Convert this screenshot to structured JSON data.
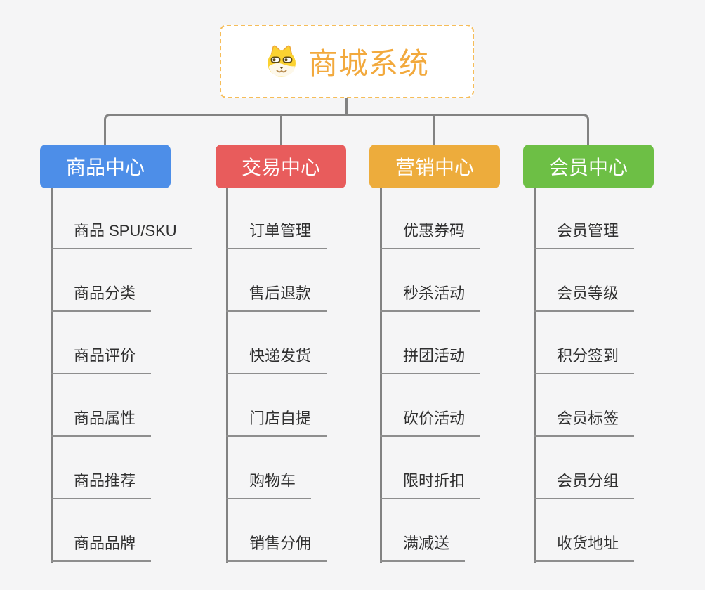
{
  "root": {
    "title": "商城系统",
    "icon": "dog-face-icon"
  },
  "branches": [
    {
      "id": "product-center",
      "label": "商品中心",
      "color": "#4d8ee8",
      "children": [
        "商品 SPU/SKU",
        "商品分类",
        "商品评价",
        "商品属性",
        "商品推荐",
        "商品品牌"
      ]
    },
    {
      "id": "trade-center",
      "label": "交易中心",
      "color": "#e85c5c",
      "children": [
        "订单管理",
        "售后退款",
        "快递发货",
        "门店自提",
        "购物车",
        "销售分佣"
      ]
    },
    {
      "id": "marketing-center",
      "label": "营销中心",
      "color": "#edac3c",
      "children": [
        "优惠券码",
        "秒杀活动",
        "拼团活动",
        "砍价活动",
        "限时折扣",
        "满减送"
      ]
    },
    {
      "id": "member-center",
      "label": "会员中心",
      "color": "#6dbf45",
      "children": [
        "会员管理",
        "会员等级",
        "积分签到",
        "会员标签",
        "会员分组",
        "收货地址"
      ]
    }
  ],
  "colors": {
    "background": "#f5f5f6",
    "connector": "#828282",
    "leaf_underline": "#8e8e8e",
    "leaf_text": "#303030",
    "root_border": "#f6bd59",
    "root_title": "#f2a93d"
  }
}
